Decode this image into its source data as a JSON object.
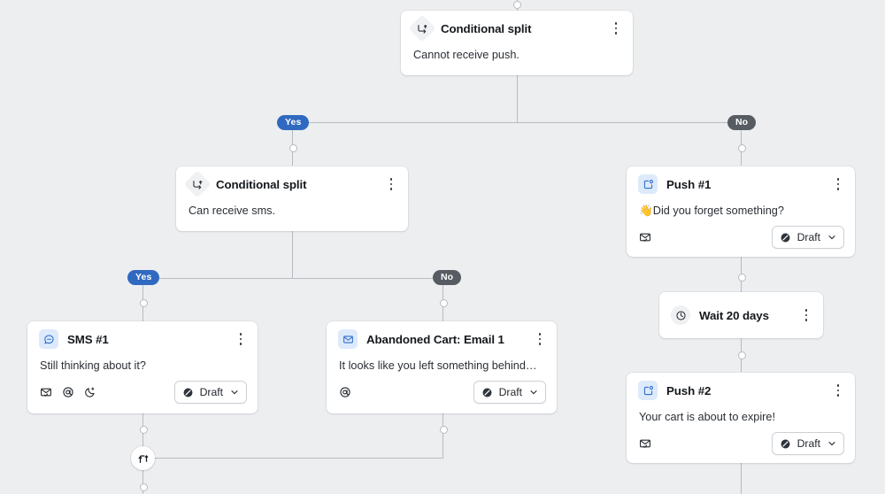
{
  "canvas": {
    "background": "#eceef0",
    "edge_color": "#b6bcc2"
  },
  "badges": {
    "yes_label": "Yes",
    "no_label": "No",
    "yes_color": "#3069c0",
    "no_color": "#575c62"
  },
  "status_select": {
    "label": "Draft",
    "icon": "draft-slash-icon",
    "chevron": "chevron-down-icon"
  },
  "nodes": {
    "conditional_split_push": {
      "title": "Conditional split",
      "body": "Cannot receive push.",
      "icon": "conditional-split-icon",
      "menu": "more-options-icon"
    },
    "conditional_split_sms": {
      "title": "Conditional split",
      "body": "Can receive sms.",
      "icon": "conditional-split-icon",
      "menu": "more-options-icon"
    },
    "push_1": {
      "title": "Push #1",
      "body": "👋Did you forget something?",
      "icon": "push-notification-icon",
      "menu": "more-options-icon",
      "footer_icons": [
        "envelope-check-icon"
      ],
      "status": "Draft"
    },
    "wait": {
      "title": "Wait 20 days",
      "icon": "clock-icon",
      "menu": "more-options-icon"
    },
    "push_2": {
      "title": "Push #2",
      "body": "Your cart is about to expire!",
      "icon": "push-notification-icon",
      "menu": "more-options-icon",
      "footer_icons": [
        "envelope-check-icon"
      ],
      "status": "Draft"
    },
    "sms_1": {
      "title": "SMS #1",
      "body": "Still thinking about it?",
      "icon": "sms-bubble-icon",
      "menu": "more-options-icon",
      "footer_icons": [
        "envelope-check-icon",
        "at-sign-icon",
        "quiet-hours-moon-icon"
      ],
      "status": "Draft"
    },
    "email_1": {
      "title": "Abandoned Cart: Email 1",
      "body": "It looks like you left something behind…",
      "icon": "email-envelope-icon",
      "menu": "more-options-icon",
      "footer_icons": [
        "at-sign-icon"
      ],
      "status": "Draft"
    },
    "merge": {
      "icon": "merge-paths-icon"
    }
  }
}
